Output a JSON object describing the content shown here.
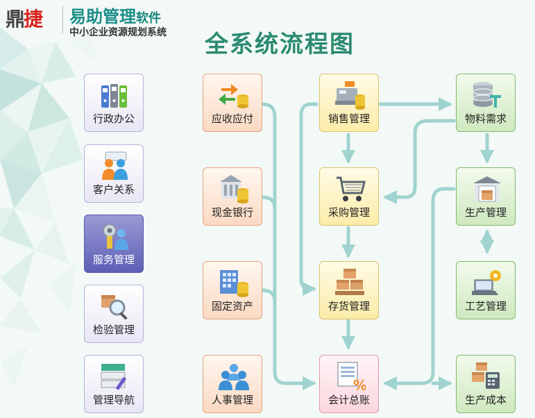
{
  "brand": {
    "mark_dark": "鼎",
    "mark_red": "捷",
    "name": "易助管理",
    "name_suffix": "软件",
    "subtitle": "中小企业资源规划系统"
  },
  "title": "全系统流程图",
  "left_menu": [
    {
      "label": "行政办公",
      "icon": "binders-icon"
    },
    {
      "label": "客户关系",
      "icon": "people-icon"
    },
    {
      "label": "服务管理",
      "icon": "service-gear-icon",
      "active": true
    },
    {
      "label": "检验管理",
      "icon": "magnifier-box-icon"
    },
    {
      "label": "管理导航",
      "icon": "navigation-pen-icon"
    }
  ],
  "finance": [
    {
      "label": "应收应付",
      "icon": "money-exchange-icon"
    },
    {
      "label": "现金银行",
      "icon": "bank-coins-icon"
    },
    {
      "label": "固定资产",
      "icon": "building-coins-icon"
    },
    {
      "label": "人事管理",
      "icon": "staff-group-icon"
    }
  ],
  "logistics": [
    {
      "label": "销售管理",
      "icon": "cash-register-icon"
    },
    {
      "label": "采购管理",
      "icon": "shopping-cart-icon"
    },
    {
      "label": "存货管理",
      "icon": "stacked-boxes-icon"
    },
    {
      "label": "会计总账",
      "icon": "ledger-percent-icon"
    }
  ],
  "production": [
    {
      "label": "物料需求",
      "icon": "database-steel-icon"
    },
    {
      "label": "生产管理",
      "icon": "factory-box-icon"
    },
    {
      "label": "工艺管理",
      "icon": "laptop-gear-icon"
    },
    {
      "label": "生产成本",
      "icon": "boxes-calculator-icon"
    }
  ],
  "colors": {
    "accent": "#2b8a6f",
    "connector": "#9fd3cf",
    "active_menu": "#5e5fb4"
  }
}
